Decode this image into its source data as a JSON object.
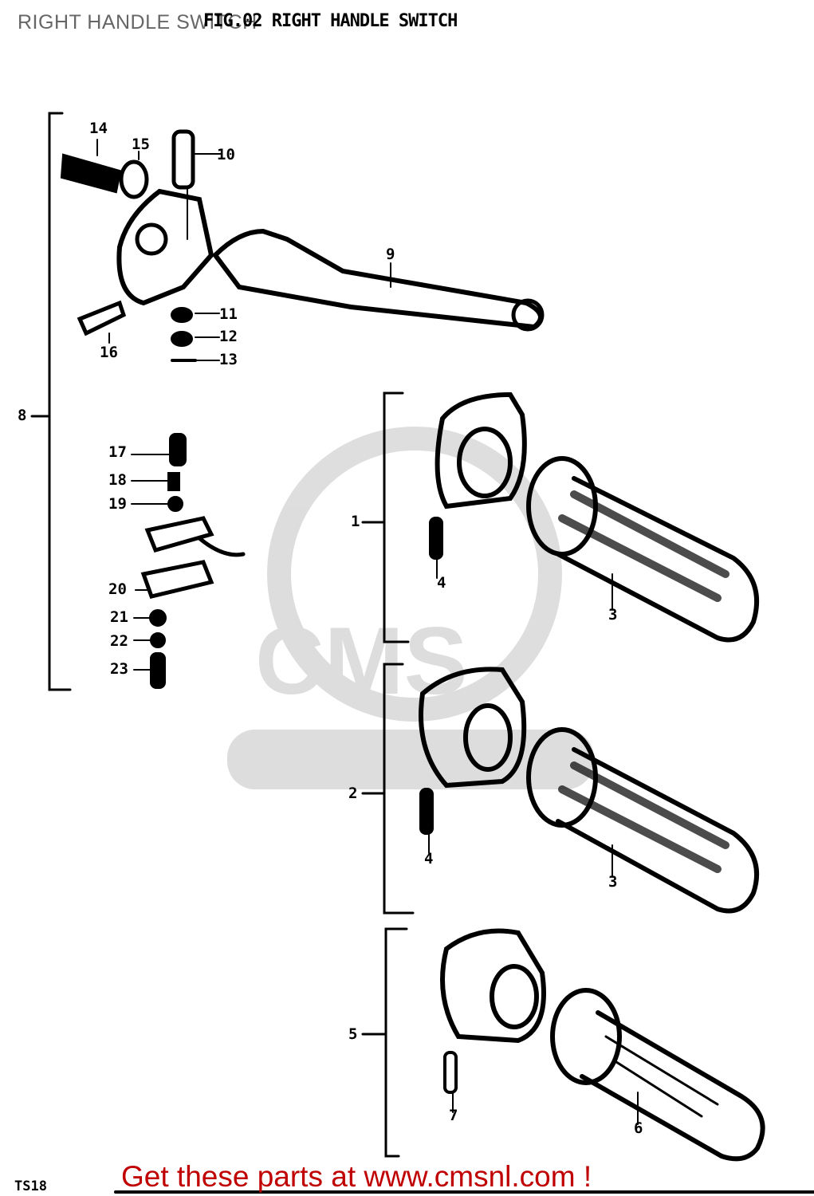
{
  "page_title": "RIGHT HANDLE SWITCH",
  "figure_title": "FIG.02 RIGHT HANDLE SWITCH",
  "model_code": "TS18",
  "promo_text": "Get these parts at www.cmsnl.com !",
  "watermark": "CMS WWW.CMSNL.COM",
  "colors": {
    "promo": "#c00000",
    "title": "#666666",
    "line": "#000000"
  },
  "callouts": [
    "14",
    "15",
    "10",
    "9",
    "11",
    "12",
    "13",
    "16",
    "8",
    "17",
    "18",
    "19",
    "20",
    "21",
    "22",
    "23",
    "1",
    "4",
    "3",
    "2",
    "4",
    "3",
    "5",
    "7",
    "6"
  ]
}
